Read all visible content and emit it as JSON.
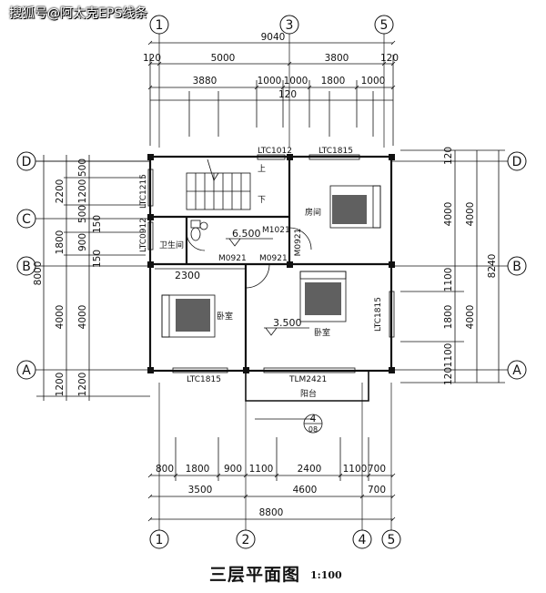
{
  "watermark": "搜狐号@阿太克EPS线条",
  "title": "三层平面图",
  "scale": "1:100",
  "axes": {
    "top": [
      "1",
      "3",
      "5"
    ],
    "bottom": [
      "1",
      "2",
      "4",
      "5"
    ],
    "left": [
      "D",
      "C",
      "B",
      "A"
    ],
    "right": [
      "D",
      "B",
      "A"
    ]
  },
  "dims": {
    "top_total": "9040",
    "top_a": [
      "120",
      "5000",
      "3800",
      "120"
    ],
    "top_b": [
      "3880",
      "1000",
      "1000",
      "1800",
      "1000"
    ],
    "top_c": "120",
    "bot_a": [
      "800",
      "1800",
      "900",
      "1100",
      "2400",
      "1100",
      "700"
    ],
    "bot_b": [
      "3500",
      "4600",
      "700"
    ],
    "bot_total": "8800",
    "left_a": [
      "500",
      "1200",
      "500",
      "900",
      "150",
      "4000",
      "1200"
    ],
    "left_a2": [
      "150"
    ],
    "left_b": [
      "2200",
      "1800",
      "4000",
      "1200"
    ],
    "left_total": "8000",
    "right_a": [
      "120",
      "4000",
      "1100",
      "1800",
      "1100",
      "120"
    ],
    "right_b": [
      "4000",
      "4000"
    ],
    "right_total": "8240"
  },
  "windows": [
    "LTC1012",
    "LTC1815",
    "LTC1215",
    "LTC0912",
    "LTC1815",
    "LTC1815",
    "TLM2421"
  ],
  "doors": [
    "M1021",
    "M0921",
    "M0921",
    "M0921"
  ],
  "rooms": {
    "bedroom": "卧室",
    "bathroom": "卫生间",
    "balcony": "阳台",
    "bedroom_main": "卧室",
    "bedroom_ne": "房间",
    "stair_up": "上",
    "stair_down": "下"
  },
  "elevations": [
    "6.500",
    "3.500"
  ],
  "hall_dim": "2300",
  "section_mark": {
    "num": "4",
    "sheet": "08"
  }
}
